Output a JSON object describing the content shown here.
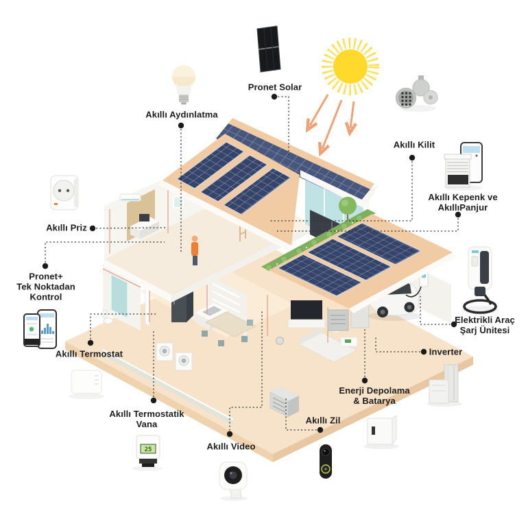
{
  "diagram": {
    "type": "smart-home-energy-isometric",
    "background": "#ffffff",
    "items": {
      "aydinlatma": {
        "label": "Akıllı Aydınlatma",
        "icon": "light-bulb-icon"
      },
      "pronet_solar": {
        "label": "Pronet Solar",
        "icon": "solar-panel-icon"
      },
      "kilit": {
        "label": "Akıllı Kilit",
        "icon": "smart-lock-icon"
      },
      "kepenk": {
        "label": "Akıllı Kepenk ve\nAkıllıPanjur",
        "icon": "shutter-phone-icon"
      },
      "priz": {
        "label": "Akıllı Priz",
        "icon": "smart-plug-icon"
      },
      "pronet_plus": {
        "label": "Pronet+\nTek Noktadan\nKontrol",
        "icon": "smartphones-app-icon"
      },
      "termostat": {
        "label": "Akıllı Termostat",
        "icon": "thermostat-icon"
      },
      "termostatik_vana": {
        "label": "Akıllı Termostatik\nVana",
        "icon": "radiator-valve-icon",
        "display": "25"
      },
      "video": {
        "label": "Akıllı Video",
        "icon": "security-camera-icon"
      },
      "zil": {
        "label": "Akıllı Zil",
        "icon": "video-doorbell-icon"
      },
      "enerji_depolama": {
        "label": "Enerji Depolama\n& Batarya",
        "icon": "battery-box-icon"
      },
      "inverter": {
        "label": "Inverter",
        "icon": "inverter-icon"
      },
      "arac_sarj": {
        "label": "Elektrikli Araç\nŞarj Ünitesi",
        "icon": "ev-charger-icon"
      }
    },
    "colors": {
      "label_text": "#1c1c1c",
      "connector": "#2e2e2e",
      "roof_tan": "#F0CBA3",
      "solar_panel": "#35446A",
      "sun_core": "#FFD92B",
      "sun_rays": "#FFDF55",
      "sun_arrow": "#F0A178",
      "glass_teal": "#BFE2E4",
      "greenery": "#85B860",
      "floor_tan": "#F7E3CA",
      "wire_coral": "#E08A70",
      "person_orange": "#EE7F35"
    }
  }
}
